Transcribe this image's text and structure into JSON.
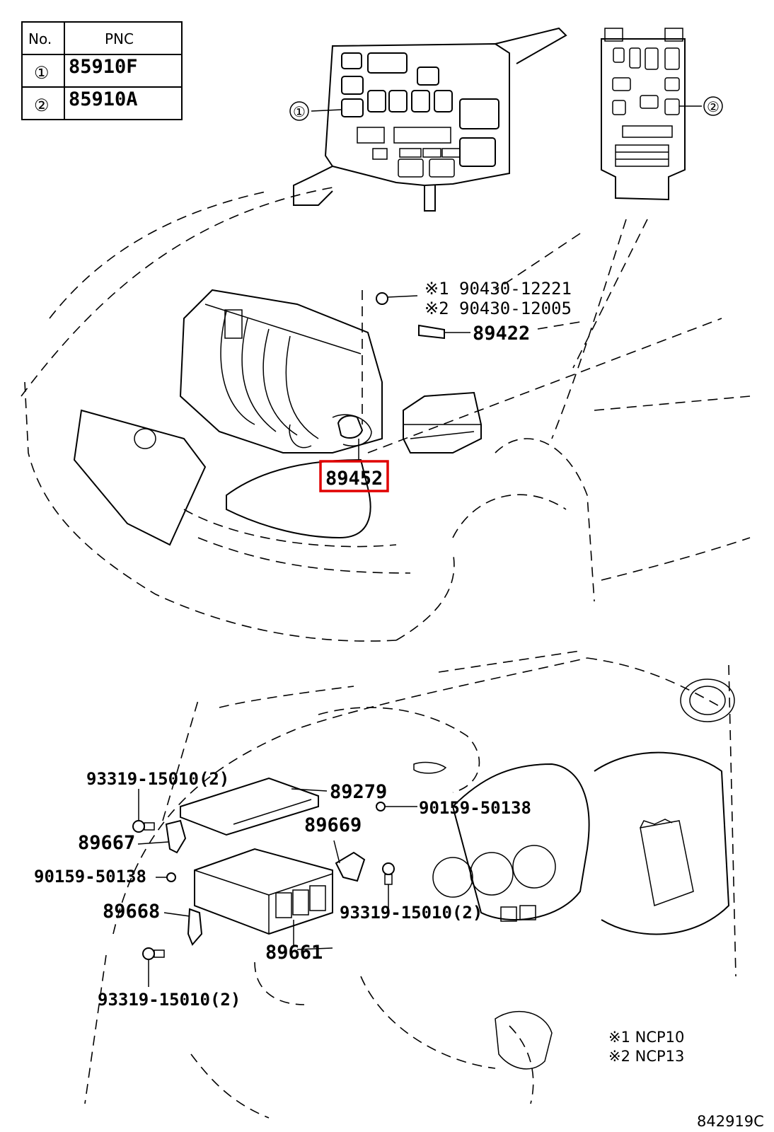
{
  "pnc_table": {
    "header_no": "No.",
    "header_pnc": "PNC",
    "rows": [
      {
        "no": "①",
        "pnc": "85910F"
      },
      {
        "no": "②",
        "pnc": "85910A"
      }
    ]
  },
  "callouts": {
    "relay_block_1": "①",
    "relay_block_2": "②"
  },
  "parts": {
    "p_90430_a": "※1 90430-12221",
    "p_90430_b": "※2 90430-12005",
    "p_89422": "89422",
    "p_89452": "89452",
    "p_93319_top": "93319-15010(2)",
    "p_89279": "89279",
    "p_90159_right": "90159-50138",
    "p_89669": "89669",
    "p_89667": "89667",
    "p_90159_left": "90159-50138",
    "p_89668": "89668",
    "p_93319_mid": "93319-15010(2)",
    "p_89661": "89661",
    "p_93319_bottom": "93319-15010(2)"
  },
  "notes": {
    "note1": "※1 NCP10",
    "note2": "※2 NCP13"
  },
  "figure_id": "842919C",
  "highlight_color": "#e00000"
}
